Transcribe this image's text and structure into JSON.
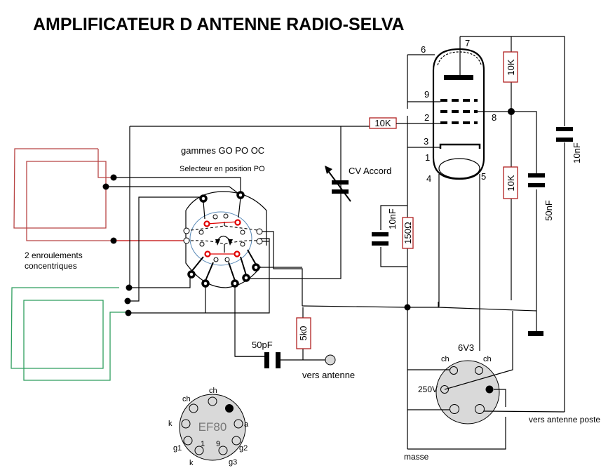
{
  "title": "AMPLIFICATEUR D ANTENNE   RADIO-SELVA",
  "selector": {
    "heading": "gammes GO PO OC",
    "subheading": "Selecteur en position PO"
  },
  "coils": {
    "label_line1": "2 enroulements",
    "label_line2": "concentriques",
    "colors": {
      "red_coil": "#b84444",
      "green_coil": "#2e9e5e"
    }
  },
  "components": {
    "r_grid": "10K",
    "r_anode": "10K",
    "r_screen": "10K",
    "r_cathode": "150Ω",
    "r_antenna": "5k0",
    "c_cathode": "10nF",
    "c_screen": "50nF",
    "c_output": "10nF",
    "c_input": "50pF",
    "cv_label": "CV Accord"
  },
  "tube_pins": {
    "p1": "1",
    "p2": "2",
    "p3": "3",
    "p4": "4",
    "p5": "5",
    "p6": "6",
    "p7": "7",
    "p8": "8",
    "p9": "9"
  },
  "labels": {
    "vers_antenne": "vers antenne",
    "vers_antenne_poste": "vers antenne poste",
    "masse": "masse"
  },
  "ef80_socket": {
    "name": "EF80",
    "pins": {
      "ch_top": "ch",
      "ch_left": "ch",
      "k_left": "k",
      "a": "a",
      "g1": "g1",
      "g2": "g2",
      "k_bottom": "k",
      "g3": "g3",
      "n1": "1",
      "n9": "9"
    }
  },
  "power_socket": {
    "voltage_heater": "6V3",
    "ch_left": "ch",
    "ch_right": "ch",
    "hv": "250V"
  },
  "colors": {
    "resistor_outline": "#b02020",
    "selector_red": "#e00000",
    "socket_fill": "#d9d9d9"
  }
}
